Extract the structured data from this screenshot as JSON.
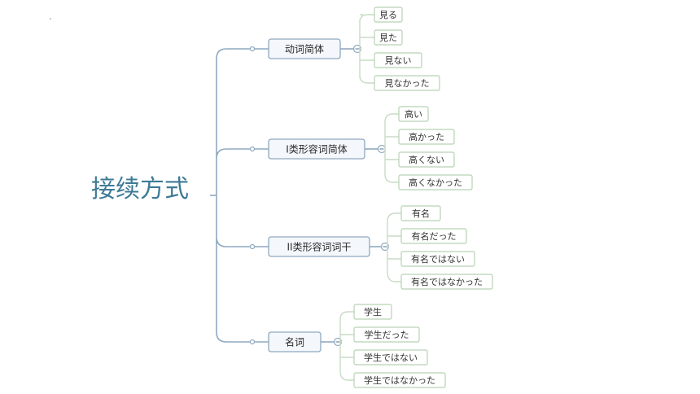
{
  "root": {
    "label": "接续方式"
  },
  "branches": [
    {
      "label": "动词简体",
      "leaves": [
        "見る",
        "見た",
        "見ない",
        "見なかった"
      ]
    },
    {
      "label": "I类形容词简体",
      "leaves": [
        "高い",
        "高かった",
        "高くない",
        "高くなかった"
      ]
    },
    {
      "label": "II类形容词词干",
      "leaves": [
        "有名",
        "有名だった",
        "有名ではない",
        "有名ではなかった"
      ]
    },
    {
      "label": "名词",
      "leaves": [
        "学生",
        "学生だった",
        "学生ではない",
        "学生ではなかった"
      ]
    }
  ],
  "colors": {
    "root_text": "#3d7a96",
    "branch_border": "#8fa9c0",
    "leaf_border": "#b8d2b3"
  }
}
